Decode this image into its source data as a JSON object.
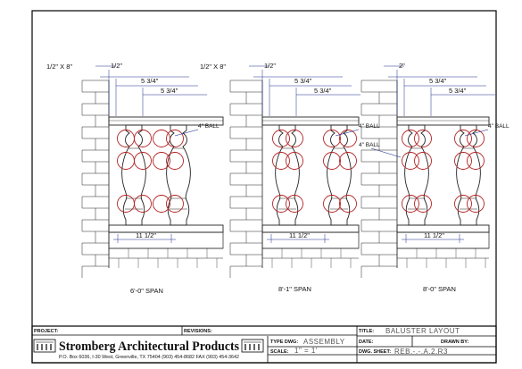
{
  "drawing": {
    "panels": [
      {
        "rail_label": "1/2\" X 8\"",
        "top_dim": "1/2\"",
        "dim_1": "5 3/4\"",
        "dim_2": "5 3/4\"",
        "ball_label": "4\" BALL",
        "bottom_dim": "11 1/2\"",
        "span": "6'-0\" SPAN"
      },
      {
        "rail_label": "1/2\" X 8\"",
        "top_dim": "1/2\"",
        "dim_1": "5 3/4\"",
        "dim_2": "5 3/4\"",
        "ball_label": "4\" BALL",
        "bottom_dim": "11 1/2\"",
        "span": "8'-1\" SPAN"
      },
      {
        "top_dim": "2\"",
        "dim_1": "5 3/4\"",
        "dim_2": "5 3/4\"",
        "ball_label": "4\" BALL",
        "bottom_dim": "11 1/2\"",
        "span": "8'-0\" SPAN"
      }
    ],
    "extra_ball_label": "4\" BALL"
  },
  "title_block": {
    "project_label": "PROJECT:",
    "revisions_label": "REVISIONS:",
    "title_label": "TITLE:",
    "title_value": "BALUSTER LAYOUT",
    "company": "Stromberg Architectural Products",
    "address": "P.O. Box 6036, I-30 West, Greenville, TX 75404  (903) 454-8682  FAX (903) 454-3642",
    "type_label": "TYPE DWG:",
    "type_value": "ASSEMBLY",
    "date_label": "DATE:",
    "drawn_label": "DRAWN BY:",
    "scale_label": "SCALE:",
    "scale_value": "1\" = 1'",
    "sheet_label": "DWG. SHEET:",
    "sheet_value": "REB.-.-.A.2.R3"
  },
  "colors": {
    "line": "#222222",
    "ball": "#b22222",
    "dim": "#1a2a8a",
    "border": "#000000"
  }
}
